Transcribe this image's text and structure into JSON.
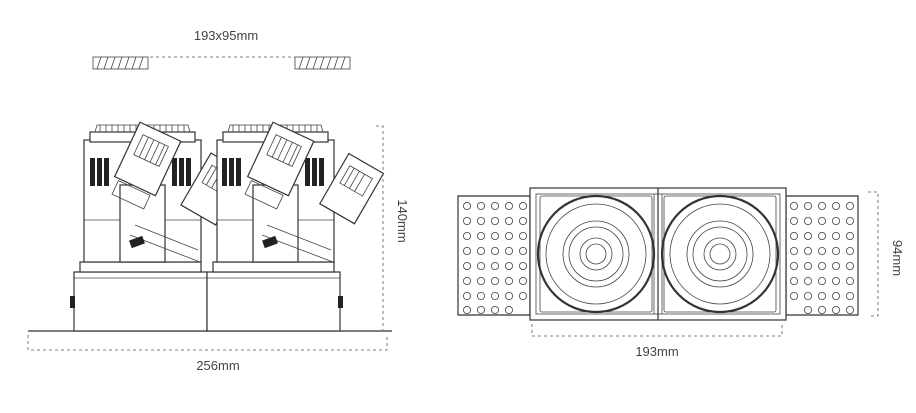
{
  "dimensions": {
    "cutout_label": "193x95mm",
    "height_label": "140mm",
    "side_width_label": "256mm",
    "plan_depth_label": "94mm",
    "plan_width_label": "193mm"
  },
  "colors": {
    "line": "#333333",
    "background": "#ffffff"
  }
}
